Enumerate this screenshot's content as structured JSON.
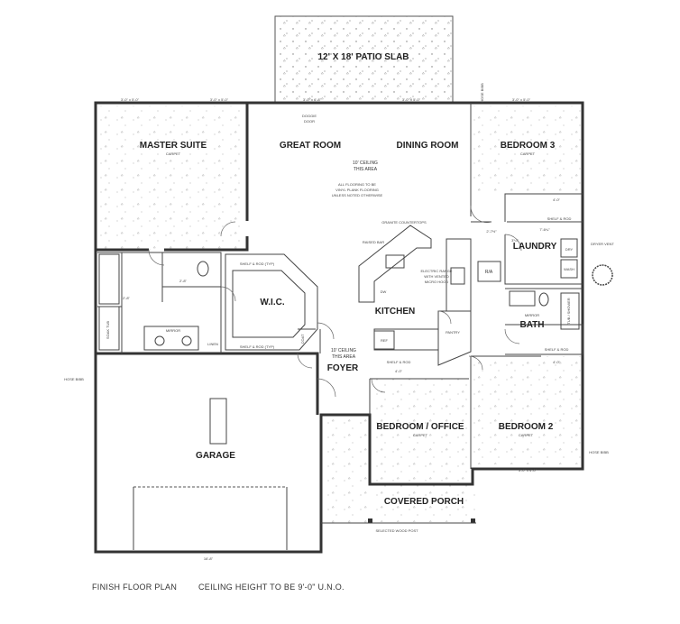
{
  "rooms": {
    "patio": "12' X 18' PATIO SLAB",
    "master_suite": "MASTER SUITE",
    "great_room": "GREAT ROOM",
    "dining_room": "DINING ROOM",
    "bedroom3": "BEDROOM 3",
    "laundry": "LAUNDRY",
    "wic": "W.I.C.",
    "kitchen": "KITCHEN",
    "bath": "BATH",
    "foyer": "FOYER",
    "garage": "GARAGE",
    "bedroom_office": "BEDROOM / OFFICE",
    "bedroom2": "BEDROOM 2",
    "covered_porch": "COVERED PORCH"
  },
  "notes": {
    "ceiling_great_1": "10' CEILING",
    "ceiling_great_2": "THIS AREA",
    "flooring_1": "ALL FLOORING TO BE",
    "flooring_2": "VINYL PLANK FLOORING",
    "flooring_3": "UNLESS NOTED OTHERWISE",
    "ceiling_foyer_1": "10' CEILING",
    "ceiling_foyer_2": "THIS AREA",
    "carpet_master": "CARPET",
    "carpet_bed3": "CARPET",
    "carpet_office": "CARPET",
    "carpet_bed2": "CARPET",
    "granite": "GRANITE COUNTERTOPS",
    "raised_bar": "RAISED BAR",
    "range_1": "ELECTRIC RANGE",
    "range_2": "WITH VENTED",
    "range_3": "MICRO HOOD",
    "dw": "DW",
    "ref": "REF",
    "pantry": "PANTRY",
    "shelf_rod_1": "SHELF & ROD (TYP)",
    "shelf_rod_2": "SHELF & ROD (TYP)",
    "shelf_rod_kitchen": "SHELF & ROD",
    "shelf_rod_bed3": "SHELF & ROD",
    "shelf_rod_bed2": "SHELF & ROD",
    "mirror_master": "MIRROR",
    "mirror_bath": "MIRROR",
    "linen": "LINEN",
    "soak_tub": "SOAK TUB",
    "tub_shower": "TUB / SHOWER",
    "dryer": "DRY",
    "washer": "WASH",
    "dryer_vent": "DRYER VENT",
    "ra": "R/A",
    "hose_bibb_1": "HOSE BIBB",
    "hose_bibb_2": "HOSE BIBB",
    "hose_bibb_3": "HOSE BIBB",
    "doggie_door_1": "DOGGIE",
    "doggie_door_2": "DOOR",
    "coat": "COAT",
    "wood_post": "SELECTED WOOD POST",
    "dim_laundry_1": "7'-6¼\"",
    "dim_laundry_2": "2'-7½\"",
    "dim_laundry_3": "3'¼\"",
    "dim_garage": "16'-8\"",
    "dim_wic": "2'-8\"",
    "dim_closet": "2'-8\"",
    "dim_bed2": "4'-0\"",
    "dim_bed3": "4'-0\"",
    "dim_kitchen": "4'-0\"",
    "dim_top_1": "3'-0\" x 5'-0\"",
    "dim_top_2": "3'-0\" x 5'-0\"",
    "dim_top_3": "3'-0\" x 5'-0\"",
    "dim_top_4": "3'-0\" x 5'-0\"",
    "dim_top_5": "3'-0\" x 6'-8\"",
    "dim_bottom": "3'-0\" x 4'-0\""
  },
  "footer": {
    "left": "FINISH FLOOR PLAN",
    "right": "CEILING HEIGHT TO BE 9'-0\" U.N.O."
  }
}
